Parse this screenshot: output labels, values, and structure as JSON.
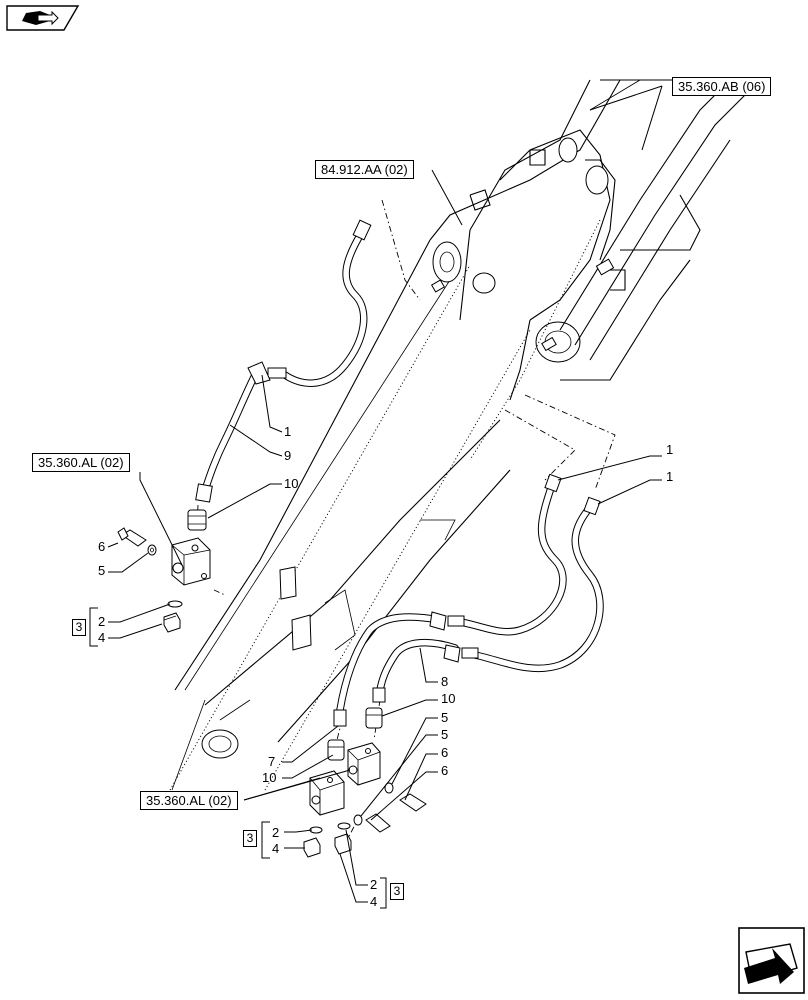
{
  "nav_icon_top": {
    "icon": "book-arrow-icon"
  },
  "nav_icon_bottom": {
    "icon": "next-page-arrow-icon"
  },
  "references": {
    "ref_35360ab": "35.360.AB (06)",
    "ref_84912aa": "84.912.AA (02)",
    "ref_35360al_left": "35.360.AL (02)",
    "ref_35360al_bottom": "35.360.AL (02)"
  },
  "callouts": {
    "left_1": "1",
    "left_9": "9",
    "left_10": "10",
    "left_6": "6",
    "left_5": "5",
    "left_2": "2",
    "left_4": "4",
    "left_group": "3",
    "right_1a": "1",
    "right_1b": "1",
    "mid_8": "8",
    "mid_10a": "10",
    "mid_5a": "5",
    "mid_5b": "5",
    "mid_6a": "6",
    "mid_6b": "6",
    "mid_7": "7",
    "mid_10b": "10",
    "bot_2": "2",
    "bot_4": "4",
    "bot_group": "3",
    "botr_2": "2",
    "botr_4": "4",
    "botr_group": "3"
  }
}
